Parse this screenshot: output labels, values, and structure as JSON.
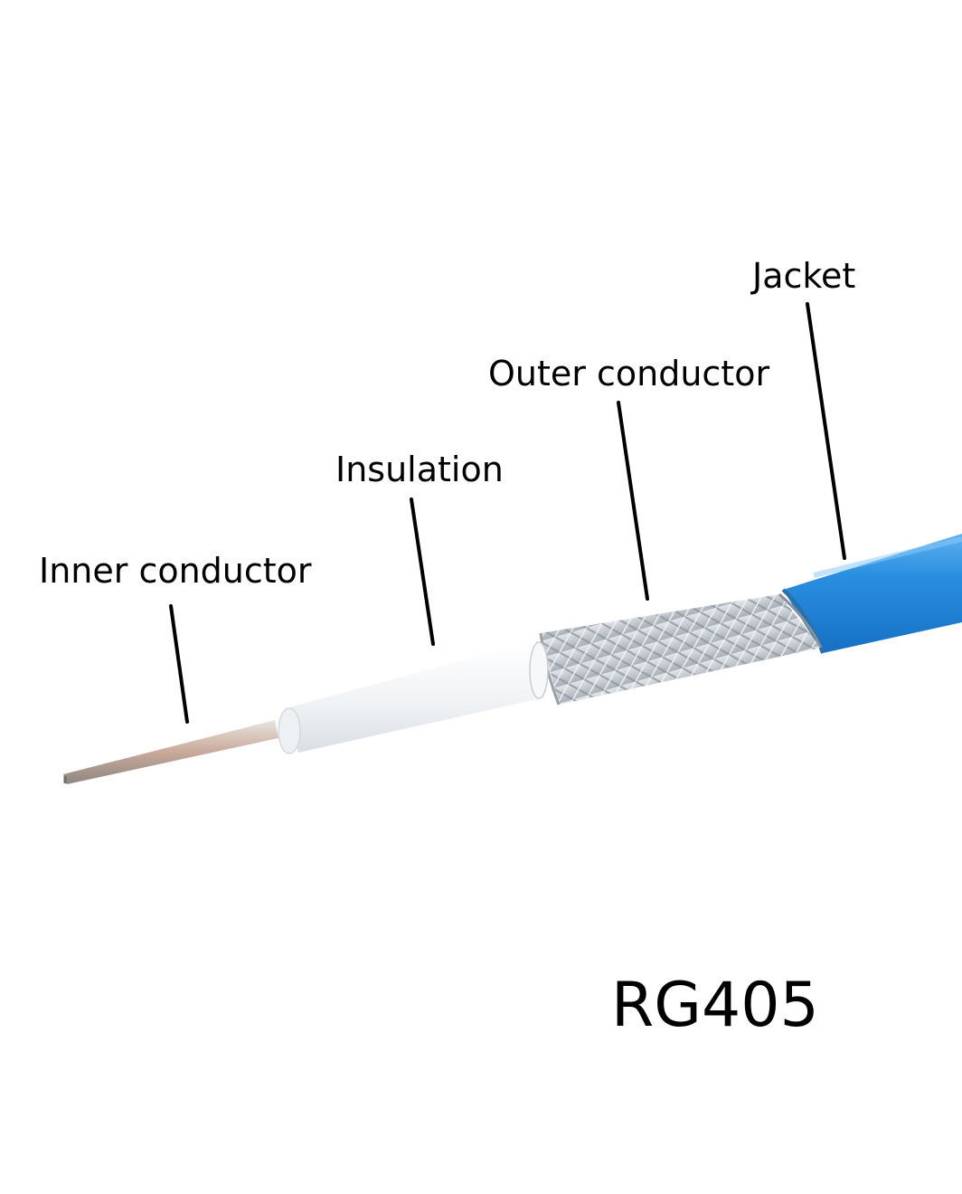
{
  "labels": {
    "jacket": "Jacket",
    "outer_conductor": "Outer conductor",
    "insulation": "Insulation",
    "inner_conductor": "Inner conductor"
  },
  "model": "RG405",
  "colors": {
    "jacket": "#1b82d6",
    "jacket_highlight": "#5fb0f0",
    "braid": "#c9ced3",
    "insulation": "#f4f6f8",
    "inner_conductor": "#b8b4b0",
    "text": "#000000",
    "leader_line": "#000000"
  }
}
